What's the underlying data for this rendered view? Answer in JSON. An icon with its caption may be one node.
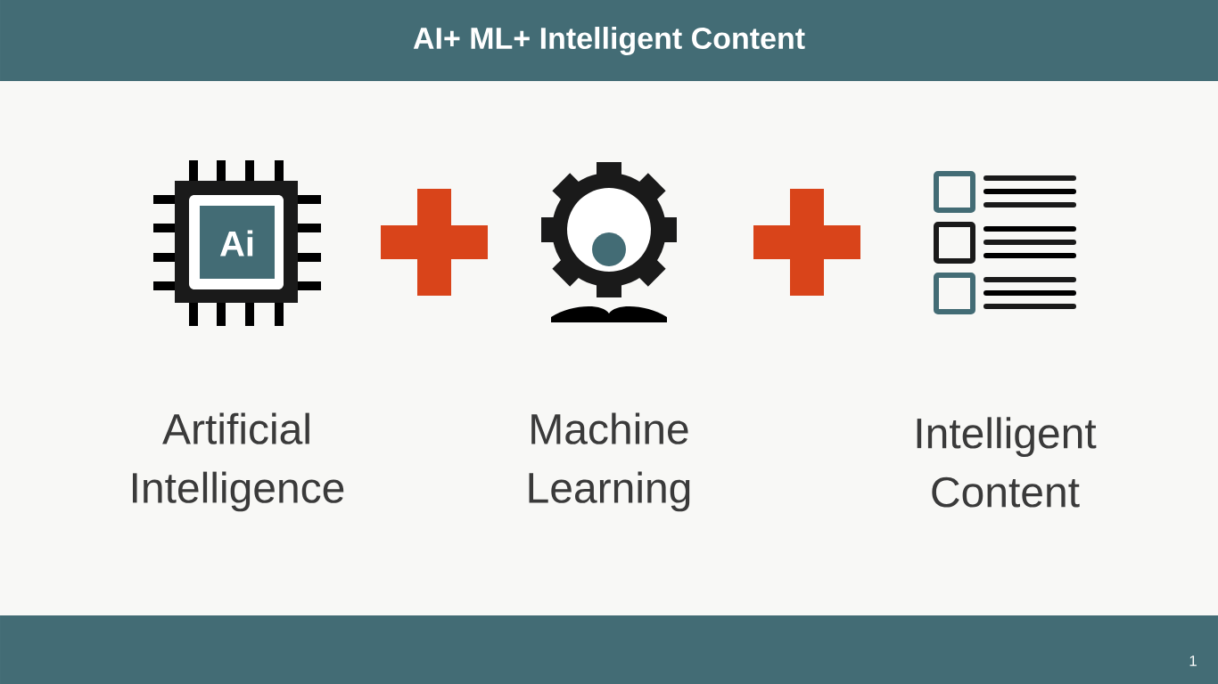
{
  "diagram": {
    "title": "AI+ ML+ Intelligent Content",
    "labels": [
      "Ai",
      "Artificial Intelligence",
      "Machine Learning",
      "Intelligent Content",
      "1"
    ]
  }
}
